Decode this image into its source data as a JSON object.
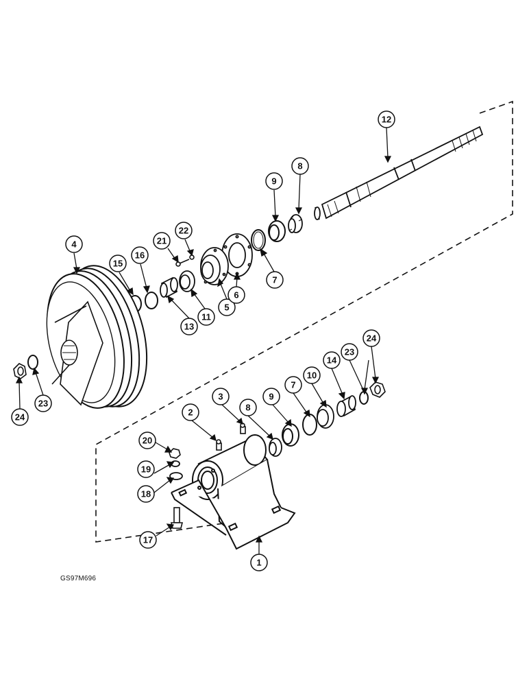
{
  "figure_code": "GS97M696",
  "callouts": [
    {
      "id": "c12",
      "label": "12"
    },
    {
      "id": "c8a",
      "label": "8"
    },
    {
      "id": "c9a",
      "label": "9"
    },
    {
      "id": "c22",
      "label": "22"
    },
    {
      "id": "c21",
      "label": "21"
    },
    {
      "id": "c4",
      "label": "4"
    },
    {
      "id": "c16",
      "label": "16"
    },
    {
      "id": "c15",
      "label": "15"
    },
    {
      "id": "c5",
      "label": "5"
    },
    {
      "id": "c6",
      "label": "6"
    },
    {
      "id": "c7a",
      "label": "7"
    },
    {
      "id": "c11",
      "label": "11"
    },
    {
      "id": "c13",
      "label": "13"
    },
    {
      "id": "c24a",
      "label": "24"
    },
    {
      "id": "c23a",
      "label": "23"
    },
    {
      "id": "c23b",
      "label": "23"
    },
    {
      "id": "c24b",
      "label": "24"
    },
    {
      "id": "c14",
      "label": "14"
    },
    {
      "id": "c10",
      "label": "10"
    },
    {
      "id": "c7b",
      "label": "7"
    },
    {
      "id": "c9b",
      "label": "9"
    },
    {
      "id": "c3",
      "label": "3"
    },
    {
      "id": "c8b",
      "label": "8"
    },
    {
      "id": "c2",
      "label": "2"
    },
    {
      "id": "c20",
      "label": "20"
    },
    {
      "id": "c19",
      "label": "19"
    },
    {
      "id": "c18",
      "label": "18"
    },
    {
      "id": "c17",
      "label": "17"
    },
    {
      "id": "c1",
      "label": "1"
    }
  ]
}
